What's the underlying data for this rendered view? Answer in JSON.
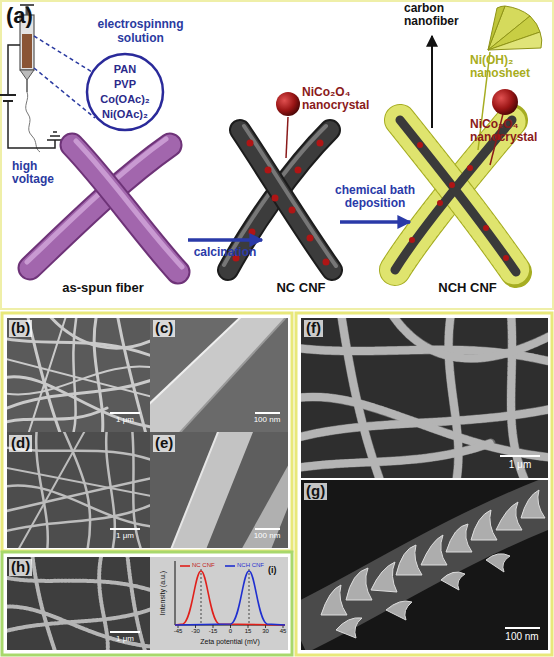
{
  "diagram": {
    "nodes": [
      {
        "text": [
          "electrospinnng solution",
          "PAN",
          "PVP",
          "Co(OAc)₂",
          "Ni(OAc)₂"
        ]
      },
      {
        "text": [
          "as-spun fiber"
        ]
      },
      {
        "text": [
          "NC CNF"
        ]
      },
      {
        "text": [
          "NCH CNF"
        ]
      }
    ],
    "edges": [
      {
        "from": 1,
        "to": 2,
        "label": "calcination",
        "arrow": "to"
      },
      {
        "from": 2,
        "to": 3,
        "label": "chemical bath deposition",
        "arrow": "to"
      }
    ],
    "labels": [
      "(a)",
      "high voltage",
      "NiCo₂O₄ nanocrystal",
      "carbon nanofiber",
      "Ni(OH)₂ nanosheet",
      "NiCo₂O₄ nanocrystal",
      "(b)",
      "1 μm",
      "(c)",
      "100 nm",
      "(d)",
      "1 μm",
      "(e)",
      "100 nm",
      "(f)",
      "1 μm",
      "(g)",
      "100 nm",
      "(h)",
      "1 μm",
      "(i)",
      "Intensity (a.u.)",
      "Zeta potential (mV)",
      "-45",
      "-30",
      "-15",
      "0",
      "15",
      "30",
      "45"
    ],
    "legend": [
      {
        "text": "NC CNF"
      },
      {
        "text": "NCH CNF"
      }
    ]
  }
}
